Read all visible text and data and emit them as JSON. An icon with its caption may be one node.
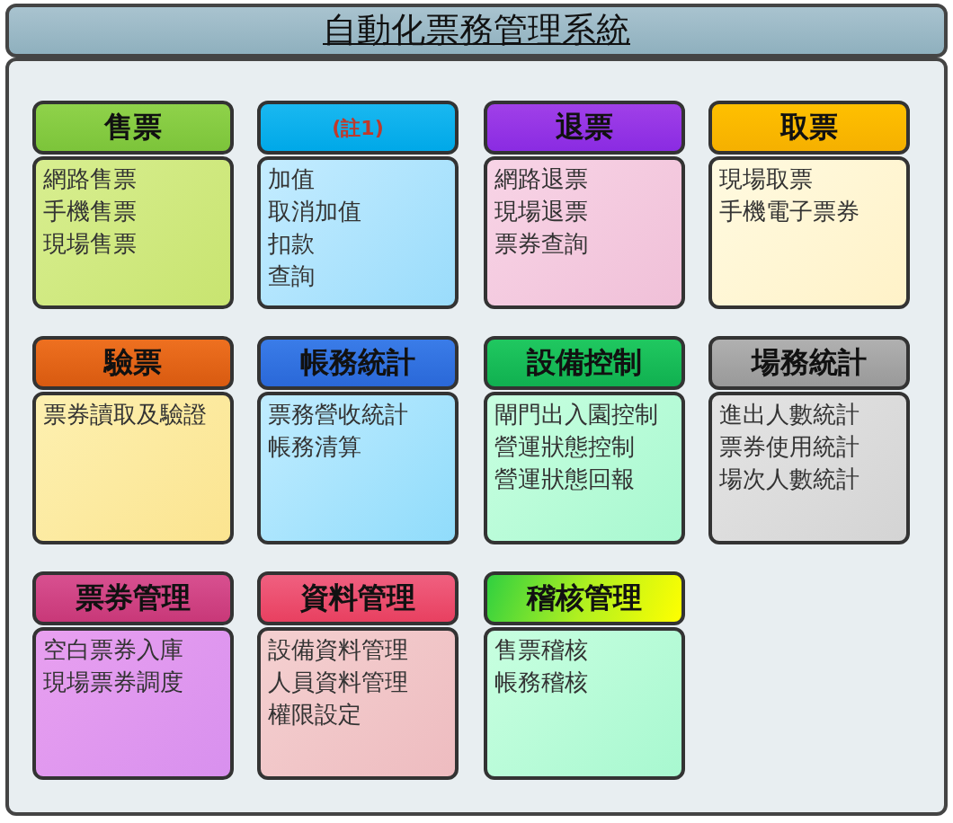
{
  "diagram": {
    "nodes": [
      {
        "text": [
          "自動化票務管理系統"
        ]
      },
      {
        "text": [
          "售票",
          "網路售票",
          "手機售票",
          "現場售票"
        ],
        "in": 0
      },
      {
        "text": [
          "(註1)",
          "加值",
          "取消加值",
          "扣款",
          "查詢"
        ],
        "in": 0
      },
      {
        "text": [
          "退票",
          "網路退票",
          "現場退票",
          "票券查詢"
        ],
        "in": 0
      },
      {
        "text": [
          "取票",
          "現場取票",
          "手機電子票券"
        ],
        "in": 0
      },
      {
        "text": [
          "驗票",
          "票券讀取及驗證"
        ],
        "in": 0
      },
      {
        "text": [
          "帳務統計",
          "票務營收統計",
          "帳務清算"
        ],
        "in": 0
      },
      {
        "text": [
          "設備控制",
          "閘門出入園控制",
          "營運狀態控制",
          "營運狀態回報"
        ],
        "in": 0
      },
      {
        "text": [
          "場務統計",
          "進出人數統計",
          "票券使用統計",
          "場次人數統計"
        ],
        "in": 0
      },
      {
        "text": [
          "票券管理",
          "空白票券入庫",
          "現場票券調度"
        ],
        "in": 0
      },
      {
        "text": [
          "資料管理",
          "設備資料管理",
          "人員資料管理",
          "權限設定"
        ],
        "in": 0
      },
      {
        "text": [
          "稽核管理",
          "售票稽核",
          "帳務稽核"
        ],
        "in": 0
      }
    ],
    "edges": []
  }
}
